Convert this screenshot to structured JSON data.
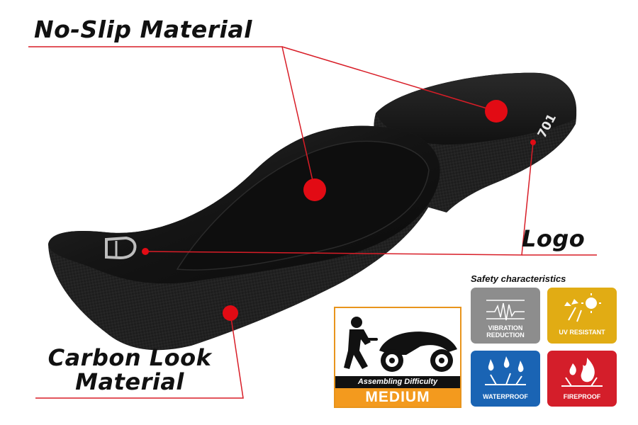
{
  "callouts": {
    "no_slip": "No-Slip Material",
    "logo": "Logo",
    "carbon_line1": "Carbon Look",
    "carbon_line2": "Material"
  },
  "seat_branding": {
    "model_text": "701"
  },
  "assembly": {
    "label": "Assembling Difficulty",
    "level": "MEDIUM"
  },
  "safety": {
    "title": "Safety characteristics",
    "tiles": [
      {
        "label_line1": "VIBRATION",
        "label_line2": "REDUCTION",
        "color": "#8d8d8d",
        "icon": "vibration-icon"
      },
      {
        "label_line1": "UV RESISTANT",
        "label_line2": "",
        "color": "#e1ac14",
        "icon": "sun-icon"
      },
      {
        "label_line1": "WATERPROOF",
        "label_line2": "",
        "color": "#1a64b4",
        "icon": "water-drops-icon"
      },
      {
        "label_line1": "FIREPROOF",
        "label_line2": "",
        "color": "#d41e2a",
        "icon": "flame-icon"
      }
    ]
  },
  "colors": {
    "callout_red": "#d81d27",
    "seat_black": "#151515",
    "assembly_orange": "#f39a1e"
  }
}
